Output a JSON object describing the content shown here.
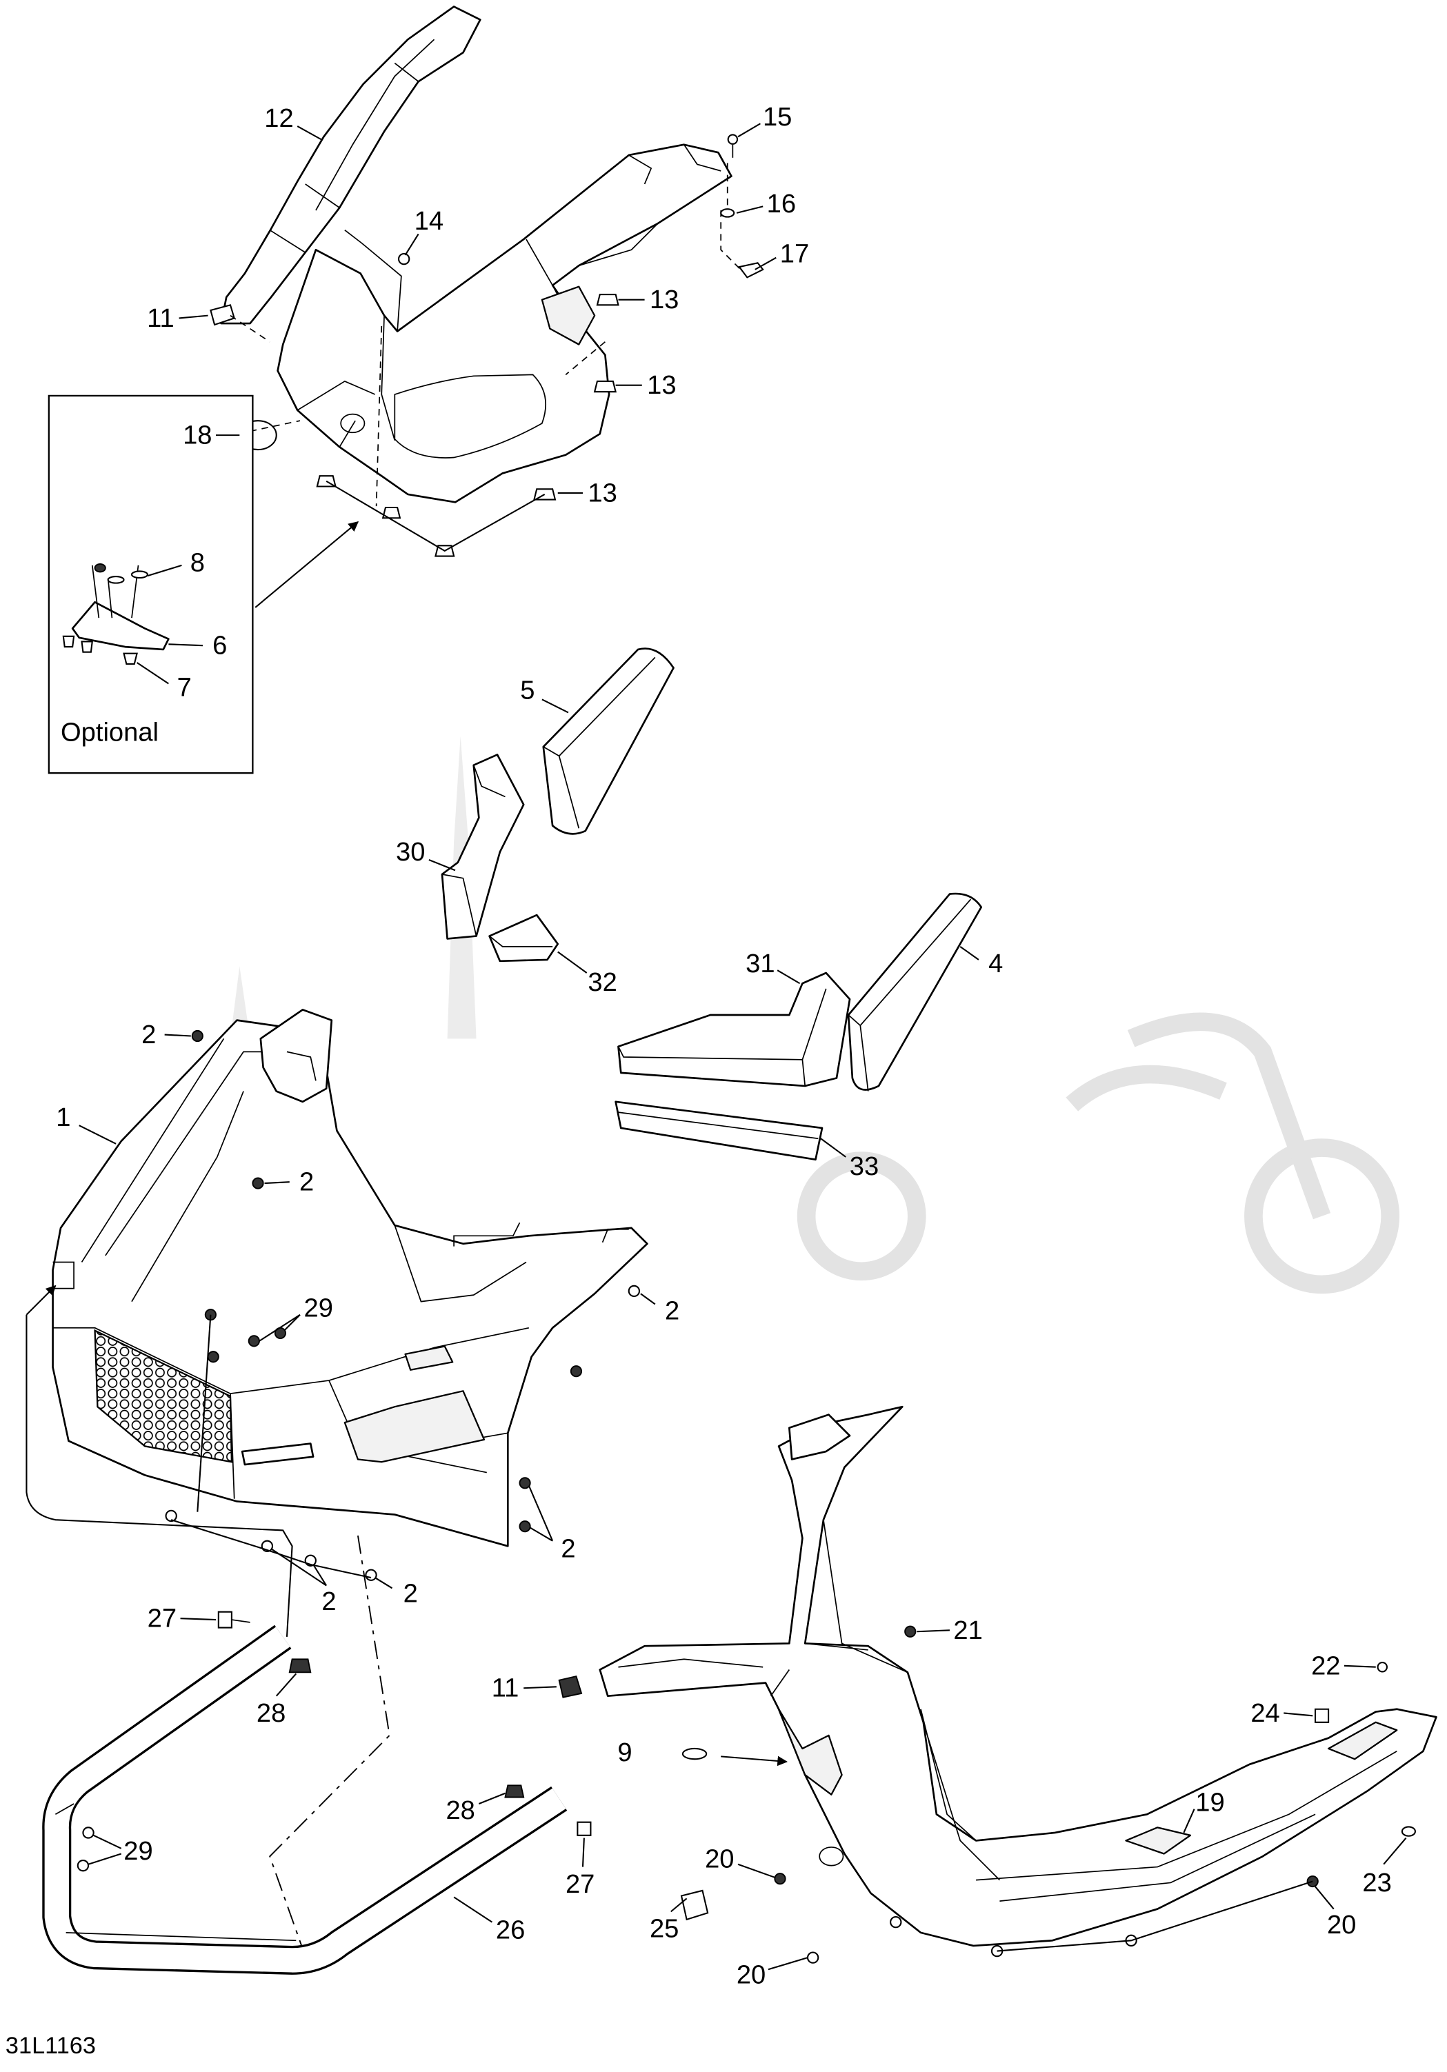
{
  "callouts": [
    "12",
    "15",
    "14",
    "16",
    "17",
    "13",
    "11",
    "13",
    "18",
    "13",
    "8",
    "6",
    "7",
    "5",
    "30",
    "32",
    "31",
    "4",
    "33",
    "2",
    "1",
    "2",
    "29",
    "2",
    "2",
    "2",
    "2",
    "27",
    "28",
    "11",
    "21",
    "22",
    "24",
    "9",
    "19",
    "28",
    "29",
    "27",
    "20",
    "23",
    "20",
    "25",
    "26",
    "20"
  ],
  "optional_box": {
    "label": "Optional"
  },
  "figure_code": "31L1163",
  "colors": {
    "line": "#000000",
    "background": "#ffffff",
    "watermark": "#e3e3e3"
  }
}
